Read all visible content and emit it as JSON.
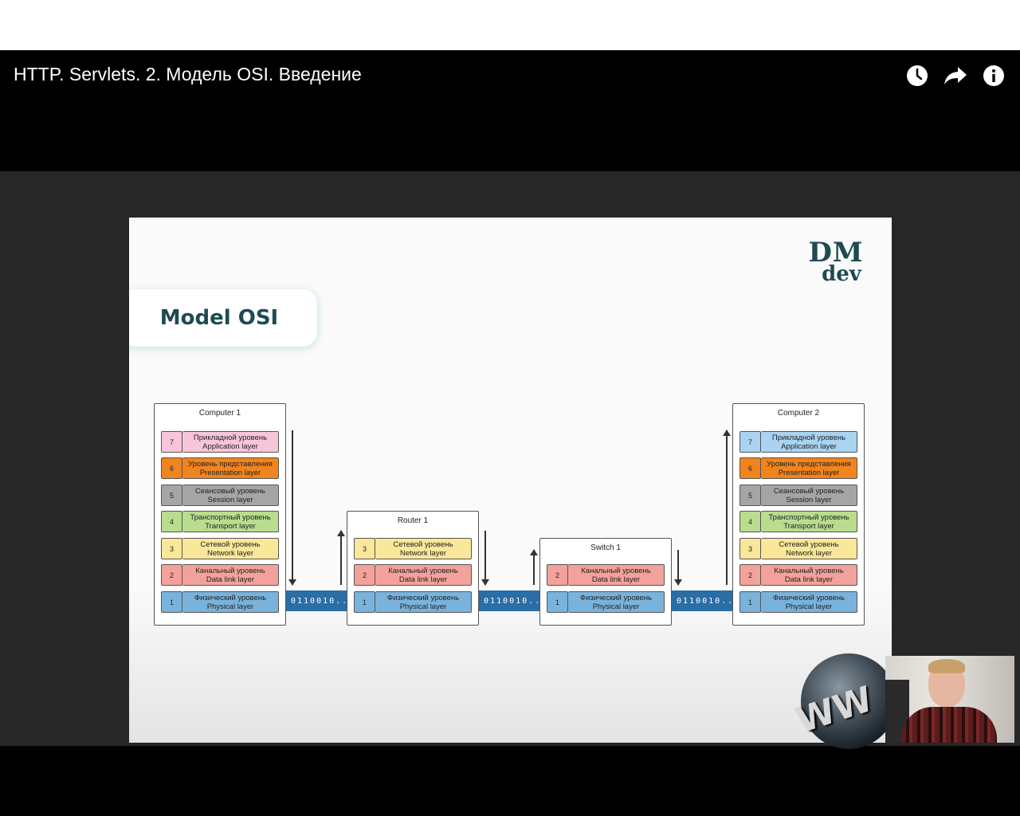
{
  "player": {
    "title": "HTTP. Servlets. 2. Модель OSI. Введение",
    "icons": [
      "watch-later-icon",
      "share-icon",
      "info-icon"
    ]
  },
  "slide": {
    "logo_top": "DM",
    "logo_bottom": "dev",
    "heading": "Model OSI",
    "computer1": {
      "name": "Computer 1",
      "layers": [
        {
          "num": "7",
          "ru": "Прикладной уровень",
          "en": "Application layer"
        },
        {
          "num": "6",
          "ru": "Уровень представления",
          "en": "Presentation layer"
        },
        {
          "num": "5",
          "ru": "Сеансовый уровень",
          "en": "Session layer"
        },
        {
          "num": "4",
          "ru": "Транспортный уровень",
          "en": "Transport layer"
        },
        {
          "num": "3",
          "ru": "Сетевой уровень",
          "en": "Network layer"
        },
        {
          "num": "2",
          "ru": "Канальный уровень",
          "en": "Data link layer"
        },
        {
          "num": "1",
          "ru": "Физический уровень",
          "en": "Physical layer"
        }
      ]
    },
    "router1": {
      "name": "Router 1",
      "layers": [
        {
          "num": "3",
          "ru": "Сетевой уровень",
          "en": "Network layer"
        },
        {
          "num": "2",
          "ru": "Канальный уровень",
          "en": "Data link layer"
        },
        {
          "num": "1",
          "ru": "Физический уровень",
          "en": "Physical layer"
        }
      ]
    },
    "switch1": {
      "name": "Switch 1",
      "layers": [
        {
          "num": "2",
          "ru": "Канальный уровень",
          "en": "Data link layer"
        },
        {
          "num": "1",
          "ru": "Физический уровень",
          "en": "Physical layer"
        }
      ]
    },
    "computer2": {
      "name": "Computer 2",
      "layers": [
        {
          "num": "7",
          "ru": "Прикладной уровень",
          "en": "Application layer"
        },
        {
          "num": "6",
          "ru": "Уровень представления",
          "en": "Presentation layer"
        },
        {
          "num": "5",
          "ru": "Сеансовый уровень",
          "en": "Session layer"
        },
        {
          "num": "4",
          "ru": "Транспортный уровень",
          "en": "Transport layer"
        },
        {
          "num": "3",
          "ru": "Сетевой уровень",
          "en": "Network layer"
        },
        {
          "num": "2",
          "ru": "Канальный уровень",
          "en": "Data link layer"
        },
        {
          "num": "1",
          "ru": "Физический уровень",
          "en": "Physical layer"
        }
      ]
    },
    "wire_text": "0110010...",
    "watermark": "WW"
  },
  "colors": {
    "layer7": "#f7c5d9",
    "layer6": "#f0841e",
    "layer5": "#a5a5a5",
    "layer4": "#b9dd8e",
    "layer3": "#fbe79a",
    "layer2": "#f3a29b",
    "layer1": "#79b3dc",
    "layer7_alt": "#a9d3f1",
    "wire": "#2a6ea6"
  }
}
